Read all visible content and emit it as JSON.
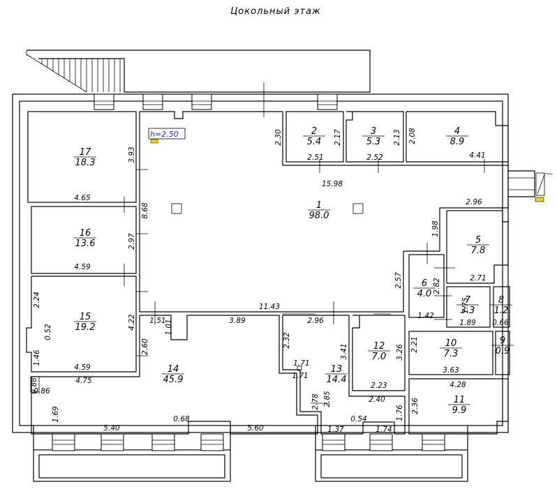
{
  "title": "Цокольный этаж",
  "height_mark": "h=2.50",
  "rooms": [
    {
      "number": "1",
      "area": "98.0"
    },
    {
      "number": "2",
      "area": "5.4"
    },
    {
      "number": "3",
      "area": "5.3"
    },
    {
      "number": "4",
      "area": "8.9"
    },
    {
      "number": "5",
      "area": "7.8"
    },
    {
      "number": "6",
      "area": "4.0"
    },
    {
      "number": "7",
      "area": "3.3"
    },
    {
      "number": "8",
      "area": "1.2"
    },
    {
      "number": "9",
      "area": "0.9"
    },
    {
      "number": "10",
      "area": "7.3"
    },
    {
      "number": "11",
      "area": "9.9"
    },
    {
      "number": "12",
      "area": "7.0"
    },
    {
      "number": "13",
      "area": "14.4"
    },
    {
      "number": "14",
      "area": "45.9"
    },
    {
      "number": "15",
      "area": "19.2"
    },
    {
      "number": "16",
      "area": "13.6"
    },
    {
      "number": "17",
      "area": "18.3"
    }
  ],
  "dimensions": [
    "2.30",
    "2.17",
    "2.13",
    "2.08",
    "2.51",
    "2.52",
    "4.41",
    "15.98",
    "2.96",
    "3.93",
    "4.65",
    "8.68",
    "2.97",
    "4.59",
    "2.24",
    "0.52",
    "4.22",
    "1.46",
    "4.59",
    "2.60",
    "1.98",
    "2.71",
    "2.57",
    "2.82",
    "1.75",
    "1.89",
    "0.66",
    "1.42",
    "11.43",
    "1.51",
    "1.01",
    "3.89",
    "2.96",
    "2.32",
    "3.41",
    "3.26",
    "2.21",
    "3.63",
    "1.71",
    "1.71",
    "2.23",
    "4.75",
    "0.88",
    "0.86",
    "2.85",
    "2.78",
    "2.40",
    "1.76",
    "4.28",
    "2.36",
    "1.69",
    "5.40",
    "0.68",
    "5.60",
    "1.37",
    "0.54",
    "1.74"
  ]
}
